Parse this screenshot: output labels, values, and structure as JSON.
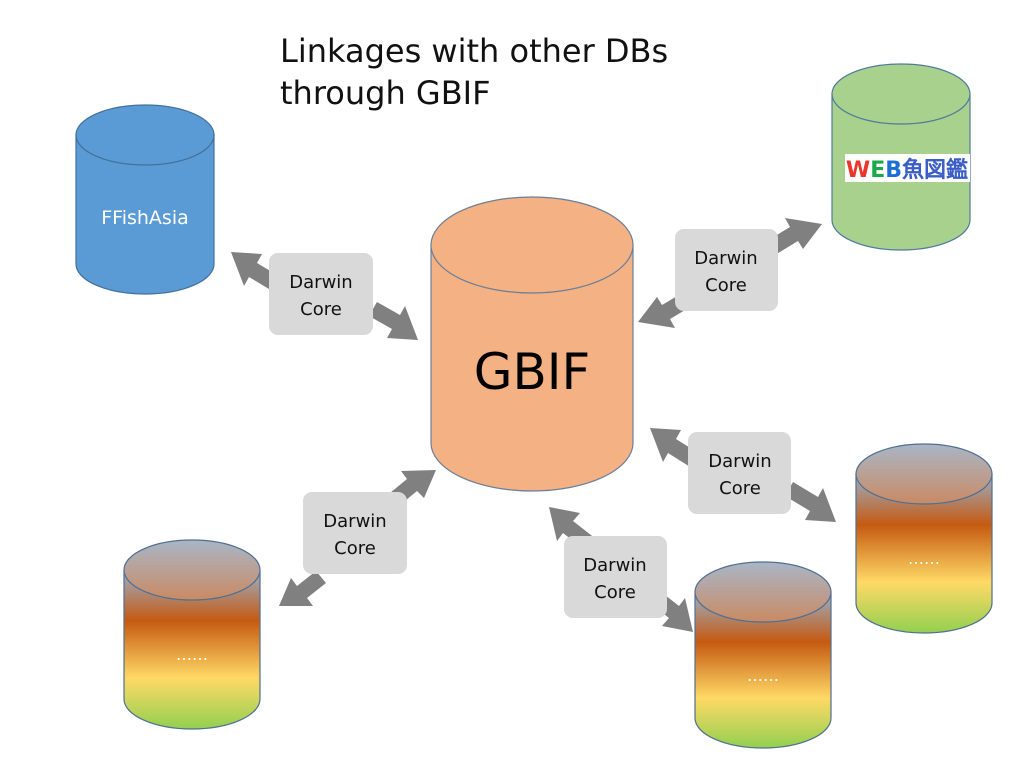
{
  "title": {
    "line1": "Linkages with other DBs",
    "line2": "through GBIF"
  },
  "nodes": {
    "gbif": {
      "label": "GBIF",
      "color": "#f4b183"
    },
    "ffishasia": {
      "label": "FFishAsia",
      "color": "#5b9bd5"
    },
    "webzukan": {
      "label": "WEB魚図鑑",
      "color": "#a9d18e",
      "logo_colors": [
        "#e8372c",
        "#1aa84a",
        "#1d6fd6",
        "#3a5ec6",
        "#3a5ec6",
        "#3a5ec6"
      ]
    },
    "other_1": {
      "label": "……"
    },
    "other_2": {
      "label": "……"
    },
    "other_3": {
      "label": "……"
    }
  },
  "connectors": {
    "ffishasia_link": {
      "line1": "Darwin",
      "line2": "Core"
    },
    "webzukan_link": {
      "line1": "Darwin",
      "line2": "Core"
    },
    "other_1_link": {
      "line1": "Darwin",
      "line2": "Core"
    },
    "other_2_link": {
      "line1": "Darwin",
      "line2": "Core"
    },
    "other_3_link": {
      "line1": "Darwin",
      "line2": "Core"
    }
  },
  "colors": {
    "arrow": "#808080",
    "label_box": "#d9d9d9",
    "gradient_top": "#9bb0c8",
    "gradient_mid": "#c55a11",
    "gradient_yellow": "#ffd966",
    "gradient_bottom": "#92d050"
  }
}
